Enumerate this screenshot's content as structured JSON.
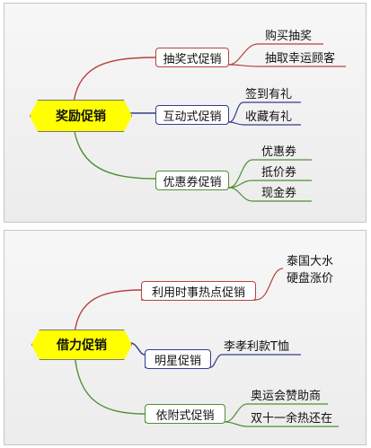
{
  "diagrams": [
    {
      "root": "奖励促销",
      "branches": [
        {
          "label": "抽奖式促销",
          "color": "#b6423f",
          "leaves": [
            "购买抽奖",
            "抽取幸运顾客"
          ]
        },
        {
          "label": "互动式促销",
          "color": "#343e8c",
          "leaves": [
            "签到有礼",
            "收藏有礼"
          ]
        },
        {
          "label": "优惠券促销",
          "color": "#4f8f35",
          "leaves": [
            "优惠券",
            "抵价券",
            "现金券"
          ]
        }
      ]
    },
    {
      "root": "借力促销",
      "branches": [
        {
          "label": "利用时事热点促销",
          "color": "#b6423f",
          "leaves": [
            "泰国大水",
            "硬盘涨价"
          ]
        },
        {
          "label": "明星促销",
          "color": "#343e8c",
          "leaves": [
            "李孝利款T恤"
          ]
        },
        {
          "label": "依附式促销",
          "color": "#4f8f35",
          "leaves": [
            "奥运会赞助商",
            "双十一余热还在"
          ]
        }
      ]
    }
  ]
}
